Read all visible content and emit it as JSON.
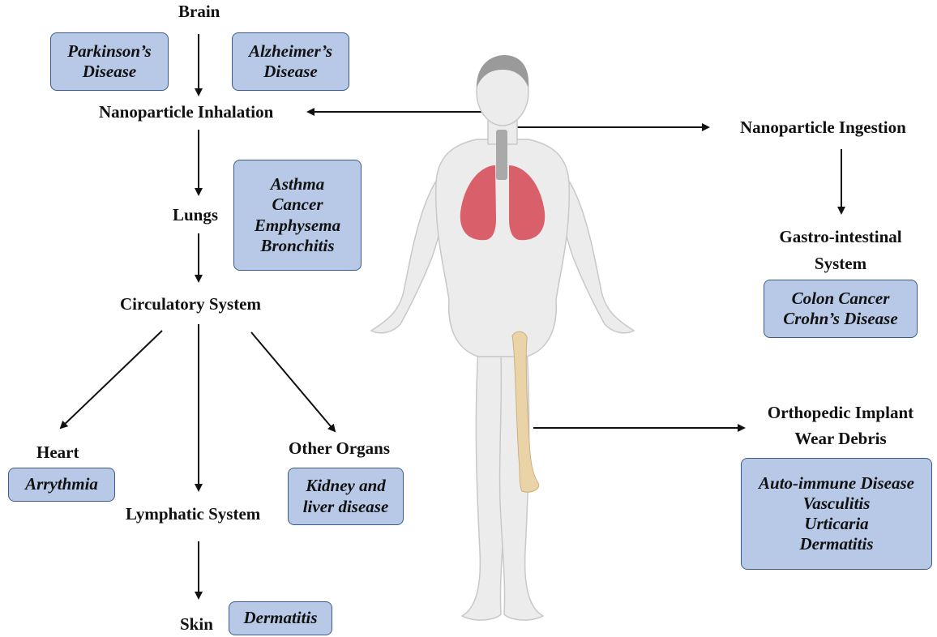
{
  "labels": {
    "brain": "Brain",
    "inhalation": "Nanoparticle Inhalation",
    "lungs": "Lungs",
    "circulatory": "Circulatory System",
    "heart": "Heart",
    "other_organs": "Other Organs",
    "lymphatic": "Lymphatic System",
    "skin": "Skin",
    "ingestion": "Nanoparticle Ingestion",
    "gi_line1": "Gastro-intestinal",
    "gi_line2": "System",
    "ortho_line1": "Orthopedic Implant",
    "ortho_line2": "Wear Debris"
  },
  "boxes": {
    "parkinsons": [
      "Parkinson’s",
      "Disease"
    ],
    "alzheimers": [
      "Alzheimer’s",
      "Disease"
    ],
    "lungs": [
      "Asthma",
      "Cancer",
      "Emphysema",
      "Bronchitis"
    ],
    "heart": [
      "Arrythmia"
    ],
    "other_organs": [
      "Kidney and",
      "liver disease"
    ],
    "skin": [
      "Dermatitis"
    ],
    "gi": [
      "Colon Cancer",
      "Crohn’s Disease"
    ],
    "ortho": [
      "Auto-immune Disease",
      "Vasculitis",
      "Urticaria",
      "Dermatitis"
    ]
  },
  "colors": {
    "box_fill": "#b7c9e6",
    "box_border": "#3a5a8c",
    "body_fill": "#ececec",
    "lung_fill": "#d9606a",
    "bone_fill": "#ead3a6"
  }
}
